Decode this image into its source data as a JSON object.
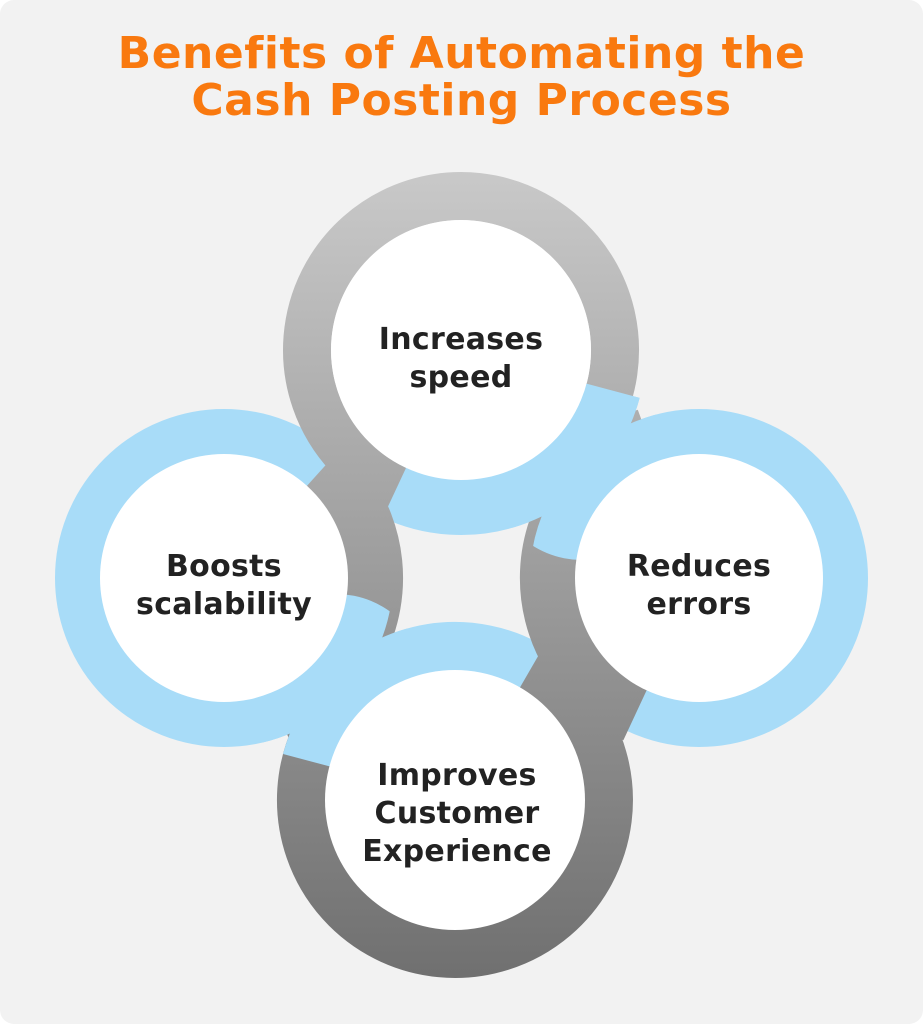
{
  "title": {
    "line1": "Benefits of Automating the",
    "line2": "Cash Posting Process"
  },
  "nodes": [
    {
      "id": "top",
      "label": "Increases speed",
      "label_lines": [
        "Increases",
        "speed"
      ],
      "ring_color": "gray"
    },
    {
      "id": "left",
      "label": "Boosts scalability",
      "label_lines": [
        "Boosts",
        "scalability"
      ],
      "ring_color": "blue"
    },
    {
      "id": "right",
      "label": "Reduces errors",
      "label_lines": [
        "Reduces",
        "errors"
      ],
      "ring_color": "blue"
    },
    {
      "id": "bottom",
      "label": "Improves Customer Experience",
      "label_lines": [
        "Improves",
        "Customer",
        "Experience"
      ],
      "ring_color": "gray"
    }
  ],
  "colors": {
    "accent_orange": "#F9790F",
    "ring_blue": "#A8DCF8",
    "ring_gray_light": "#C9C9C9",
    "ring_gray_dark": "#6F6F6F",
    "node_fill": "#FFFFFF",
    "text_dark": "#222222",
    "background": "#F2F2F2"
  }
}
